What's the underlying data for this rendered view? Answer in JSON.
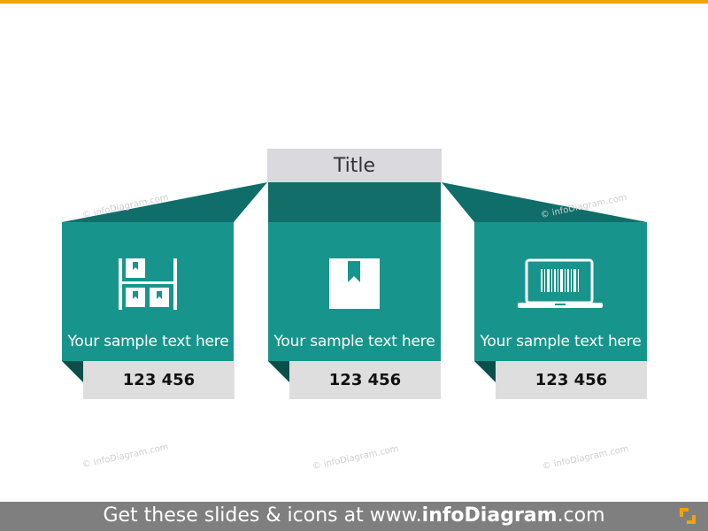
{
  "title": "Title",
  "cards": [
    {
      "icon": "warehouse-boxes-icon",
      "text": "Your sample text here",
      "value": "123 456"
    },
    {
      "icon": "bookmark-box-icon",
      "text": "Your sample text here",
      "value": "123 456"
    },
    {
      "icon": "laptop-barcode-icon",
      "text": "Your sample text here",
      "value": "123 456"
    }
  ],
  "watermark": "© infoDiagram.com",
  "footer": {
    "prefix": "Get these slides & icons at www.",
    "brand": "infoDiagram",
    "suffix": ".com"
  },
  "colors": {
    "accent_bar": "#f0a30a",
    "teal": "#17958d",
    "teal_dark": "#116e69",
    "gray_box": "#dedede",
    "footer_bg": "#7f7f7f"
  }
}
